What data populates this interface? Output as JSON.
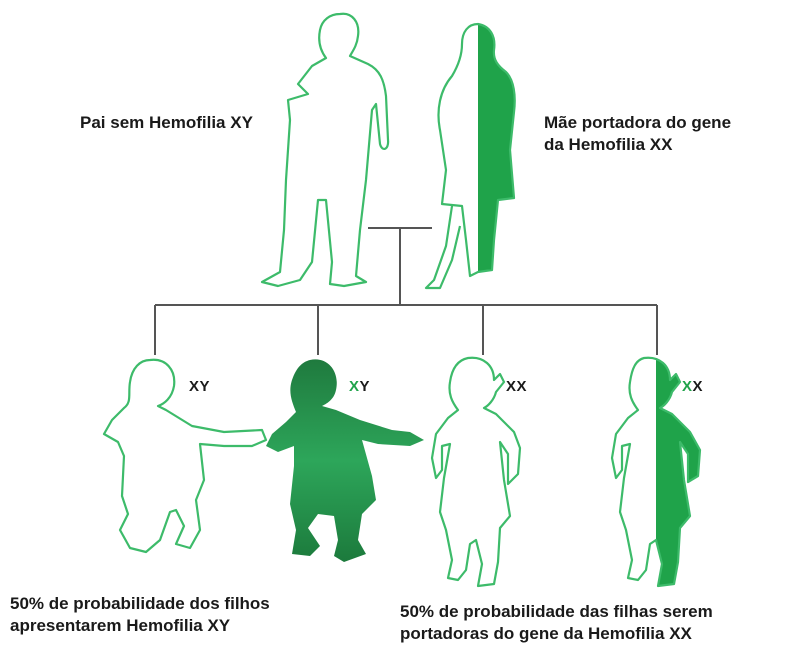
{
  "father": {
    "label": "Pai sem Hemofilia XY"
  },
  "mother": {
    "label_line1": "Mãe portadora do gene",
    "label_line2": "da Hemofilia XX"
  },
  "children": [
    {
      "genotype_a": "X",
      "genotype_b": "Y",
      "a_highlight": false
    },
    {
      "genotype_a": "X",
      "genotype_b": "Y",
      "a_highlight": true
    },
    {
      "genotype_a": "X",
      "genotype_b": "X",
      "a_highlight": false
    },
    {
      "genotype_a": "X",
      "genotype_b": "X",
      "a_highlight": true
    }
  ],
  "captions": {
    "sons_line1": "50% de probabilidade dos filhos",
    "sons_line2": "apresentarem Hemofilia XY",
    "daughters_line1": "50% de probabilidade das filhas serem",
    "daughters_line2": "portadoras do gene da Hemofilia XX"
  },
  "colors": {
    "outline": "#3dbb6a",
    "fill_dark": "#1f8a46",
    "fill_light": "#2fae5c",
    "line": "#555555"
  }
}
